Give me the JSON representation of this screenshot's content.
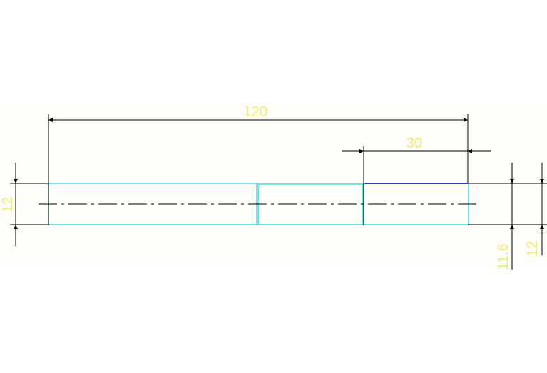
{
  "colors": {
    "background": "#ffffff",
    "band": "#fdfdfa",
    "outline": "#2ad4dc",
    "dimension_line": "#000000",
    "dimension_text": "#f2ea74",
    "edge_highlight": "#3b3bb0",
    "centerline": "#000000"
  },
  "dimensions": {
    "overall_length": "120",
    "segment_length": "30",
    "left_diameter": "12",
    "right_diameter_inner": "11.6",
    "right_diameter_outer": "12"
  }
}
